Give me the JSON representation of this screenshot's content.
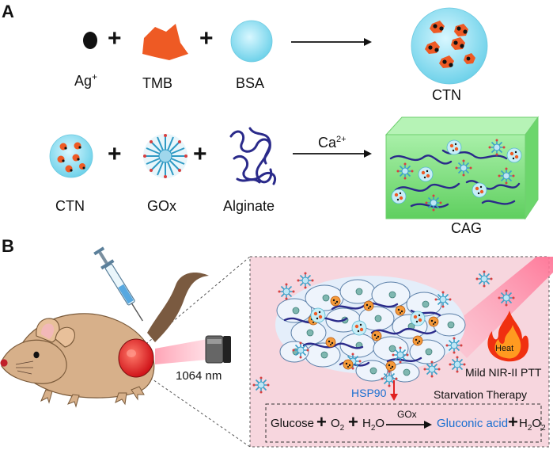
{
  "panels": {
    "a": "A",
    "b": "B"
  },
  "row1": {
    "items": [
      "Ag",
      "TMB",
      "BSA"
    ],
    "ag_sup": "+",
    "product": "CTN"
  },
  "row2": {
    "items": [
      "CTN",
      "GOx",
      "Alginate"
    ],
    "arrow_label_main": "Ca",
    "arrow_label_sup": "2+",
    "product": "CAG"
  },
  "plus_sign": "+",
  "panel_b": {
    "wavelength": "1064 nm",
    "heat": "Heat",
    "ptt": "Mild NIR-II PTT",
    "hsp": "HSP90",
    "hsp_arrow": "↓",
    "starvation": "Starvation Therapy",
    "reaction": {
      "glucose": "Glucose",
      "o2": "O",
      "o2_sub": "2",
      "h2o_a": "H",
      "h2o_sub": "2",
      "h2o_b": "O",
      "enzyme": "GOx",
      "product": "Gluconic acid",
      "h2o2_a": "H",
      "h2o2_sub1": "2",
      "h2o2_b": "O",
      "h2o2_sub2": "2"
    }
  },
  "colors": {
    "ctn_fill": "#8fe0f0",
    "tmb": "#ee5a24",
    "gel": "#7dde7d",
    "alginate": "#2a2a8a",
    "pink_bg": "#f7d6de",
    "blue_text": "#1a6fd0",
    "red_arrow": "#e02020"
  }
}
